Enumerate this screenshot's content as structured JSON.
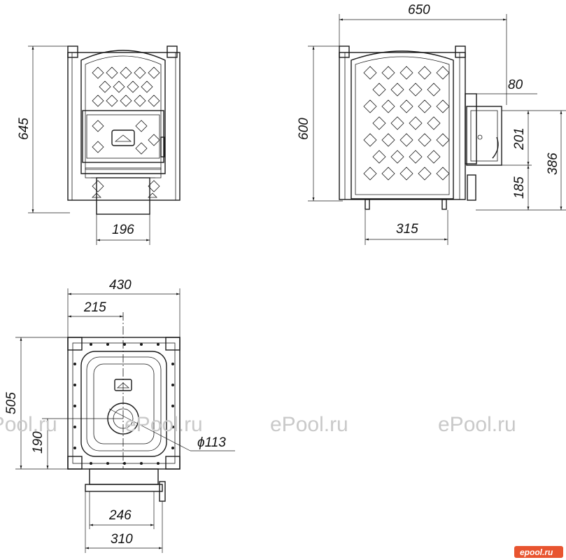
{
  "front_view": {
    "height": "645",
    "pipe_width": "196"
  },
  "side_view": {
    "width": "650",
    "height": "600",
    "tank_offset": "80",
    "tank_height": "201",
    "connection_height": "386",
    "lower_height": "185",
    "leg_spacing": "315"
  },
  "top_view": {
    "width": "430",
    "half_width": "215",
    "depth": "505",
    "pipe_offset": "190",
    "pipe_diameter": "ϕ113",
    "base_inner": "246",
    "base_outer": "310"
  },
  "watermarks": [
    "ePool.ru",
    "ePool.ru",
    "ePool.ru",
    "ePool.ru"
  ],
  "brand_badge": "epool.ru",
  "colors": {
    "line": "#1a1a1a",
    "watermark": "#c9c9c9",
    "badge": "#e8542f"
  }
}
